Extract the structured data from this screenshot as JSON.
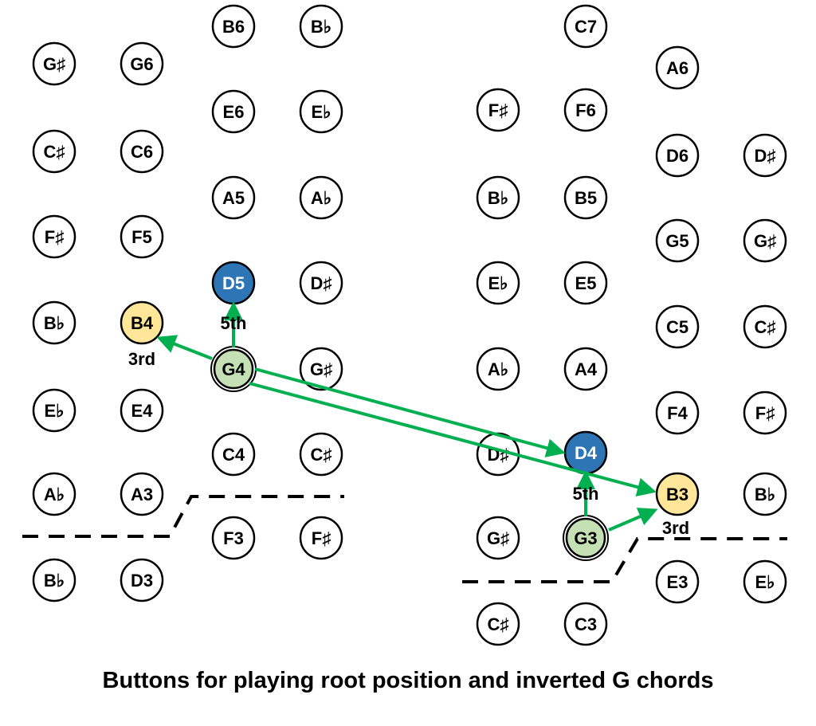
{
  "colors": {
    "third": "#FFE699",
    "fifth": "#2E75B6",
    "root": "#C5E0B4",
    "arrow": "#00B050",
    "plain": "#FFFFFF"
  },
  "left_board": {
    "columns": [
      [
        {
          "label": "G♯"
        },
        {
          "label": "C♯"
        },
        {
          "label": "F♯"
        },
        {
          "label": "B♭"
        },
        {
          "label": "E♭"
        },
        {
          "label": "A♭"
        },
        {
          "label": "B♭"
        }
      ],
      [
        {
          "label": "G6"
        },
        {
          "label": "C6"
        },
        {
          "label": "F5"
        },
        {
          "label": "B4",
          "role": "third"
        },
        {
          "label": "E4"
        },
        {
          "label": "A3"
        },
        {
          "label": "D3"
        }
      ],
      [
        {
          "label": "B6"
        },
        {
          "label": "E6"
        },
        {
          "label": "A5"
        },
        {
          "label": "D5",
          "role": "fifth"
        },
        {
          "label": "G4",
          "role": "root"
        },
        {
          "label": "C4"
        },
        {
          "label": "F3"
        }
      ],
      [
        {
          "label": "B♭"
        },
        {
          "label": "E♭"
        },
        {
          "label": "A♭"
        },
        {
          "label": "D♯"
        },
        {
          "label": "G♯"
        },
        {
          "label": "C♯"
        },
        {
          "label": "F♯"
        }
      ]
    ],
    "fifth_label": "5th",
    "third_label": "3rd"
  },
  "right_board": {
    "columns": [
      [
        {
          "label": "F♯"
        },
        {
          "label": "B♭"
        },
        {
          "label": "E♭"
        },
        {
          "label": "A♭"
        },
        {
          "label": "D♯"
        },
        {
          "label": "G♯"
        },
        {
          "label": "C♯"
        }
      ],
      [
        {
          "label": "C7"
        },
        {
          "label": "F6"
        },
        {
          "label": "B5"
        },
        {
          "label": "E5"
        },
        {
          "label": "A4"
        },
        {
          "label": "D4",
          "role": "fifth"
        },
        {
          "label": "G3",
          "role": "root"
        },
        {
          "label": "C3"
        }
      ],
      [
        {
          "label": "A6"
        },
        {
          "label": "D6"
        },
        {
          "label": "G5"
        },
        {
          "label": "C5"
        },
        {
          "label": "F4"
        },
        {
          "label": "B3",
          "role": "third"
        },
        {
          "label": "E3"
        }
      ],
      [
        {
          "label": "D♯"
        },
        {
          "label": "G♯"
        },
        {
          "label": "C♯"
        },
        {
          "label": "F♯"
        },
        {
          "label": "B♭"
        },
        {
          "label": "E♭"
        }
      ]
    ],
    "fifth_label": "5th",
    "third_label": "3rd"
  },
  "caption": "Buttons for playing root position and inverted G chords"
}
